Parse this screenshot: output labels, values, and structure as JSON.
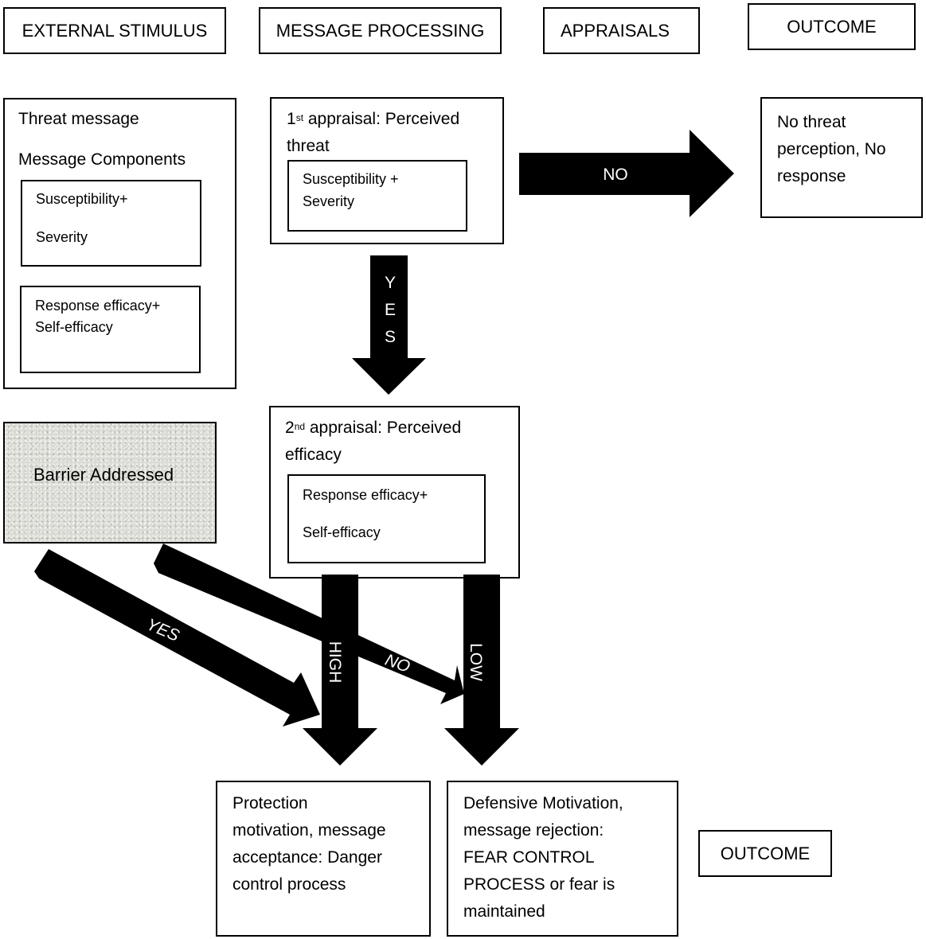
{
  "headers": {
    "external_stimulus": "EXTERNAL STIMULUS",
    "message_processing": "MESSAGE PROCESSING",
    "appraisals": "APPRAISALS",
    "outcome": "OUTCOME"
  },
  "stimulus": {
    "threat_message": "Threat message",
    "message_components": "Message Components",
    "susceptibility": "Susceptibility+",
    "severity": "Severity",
    "response_efficacy": "Response efficacy+",
    "self_efficacy": "Self-efficacy"
  },
  "first_appraisal": {
    "ordinal": "1",
    "sup": "st",
    "title_rest": " appraisal: Perceived",
    "title_line2": "threat",
    "inner_line1": "Susceptibility +",
    "inner_line2": "Severity"
  },
  "no_threat": {
    "line1": "No threat",
    "line2": "perception, No",
    "line3": "response"
  },
  "second_appraisal": {
    "ordinal": "2",
    "sup": "nd",
    "title_rest": " appraisal: Perceived",
    "title_line2": "efficacy",
    "inner_line1": "Response efficacy+",
    "inner_line2": "Self-efficacy"
  },
  "barrier": {
    "label": "Barrier Addressed"
  },
  "protection": {
    "line1": "Protection",
    "line2": "motivation, message",
    "line3": "acceptance: Danger",
    "line4": "control process"
  },
  "defensive": {
    "line1": "Defensive Motivation,",
    "line2": "message rejection:",
    "line3": "FEAR CONTROL",
    "line4": "PROCESS or fear is",
    "line5": "maintained"
  },
  "outcome_bottom": "OUTCOME",
  "arrow_labels": {
    "no_right": "NO",
    "yes_down_y": "Y",
    "yes_down_e": "E",
    "yes_down_s": "S",
    "high": "HIGH",
    "low": "LOW",
    "yes_diag": "YES",
    "no_diag": "NO"
  }
}
